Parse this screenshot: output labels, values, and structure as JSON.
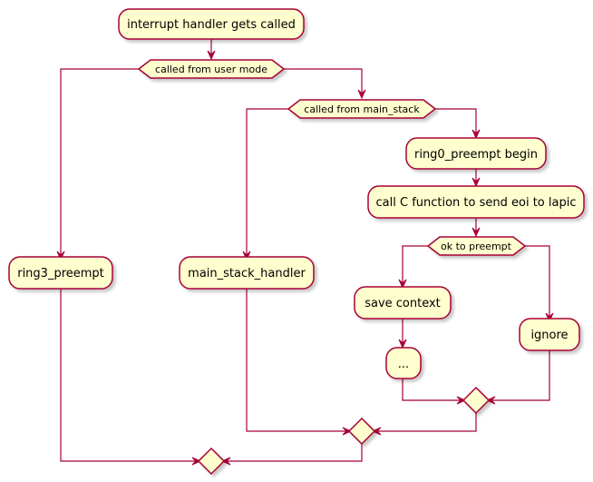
{
  "diagram": {
    "type": "activity-flowchart",
    "colors": {
      "node_fill": "#FEFECE",
      "node_border": "#A80036",
      "edge": "#A80036",
      "text": "#000000",
      "shadow": "#d9d9d9"
    },
    "activities": {
      "interrupt_handler": "interrupt handler gets called",
      "ring3_preempt": "ring3_preempt",
      "main_stack_handler": "main_stack_handler",
      "ring0_preempt_begin": "ring0_preempt begin",
      "call_c_function": "call C function to send eoi to lapic",
      "save_context": "save context",
      "ellipsis": "...",
      "ignore": "ignore"
    },
    "conditions": {
      "called_from_user_mode": "called from user mode",
      "called_from_main_stack": "called from main_stack",
      "ok_to_preempt": "ok to preempt"
    },
    "edges": [
      [
        "interrupt_handler",
        "called_from_user_mode"
      ],
      [
        "called_from_user_mode",
        "ring3_preempt"
      ],
      [
        "called_from_user_mode",
        "called_from_main_stack"
      ],
      [
        "called_from_main_stack",
        "main_stack_handler"
      ],
      [
        "called_from_main_stack",
        "ring0_preempt_begin"
      ],
      [
        "ring0_preempt_begin",
        "call_c_function"
      ],
      [
        "call_c_function",
        "ok_to_preempt"
      ],
      [
        "ok_to_preempt",
        "save_context"
      ],
      [
        "ok_to_preempt",
        "ignore"
      ],
      [
        "save_context",
        "ellipsis"
      ],
      [
        "ellipsis",
        "merge_ok_to_preempt"
      ],
      [
        "ignore",
        "merge_ok_to_preempt"
      ],
      [
        "merge_ok_to_preempt",
        "merge_main_stack"
      ],
      [
        "main_stack_handler",
        "merge_main_stack"
      ],
      [
        "merge_main_stack",
        "merge_user_mode"
      ],
      [
        "ring3_preempt",
        "merge_user_mode"
      ]
    ]
  }
}
